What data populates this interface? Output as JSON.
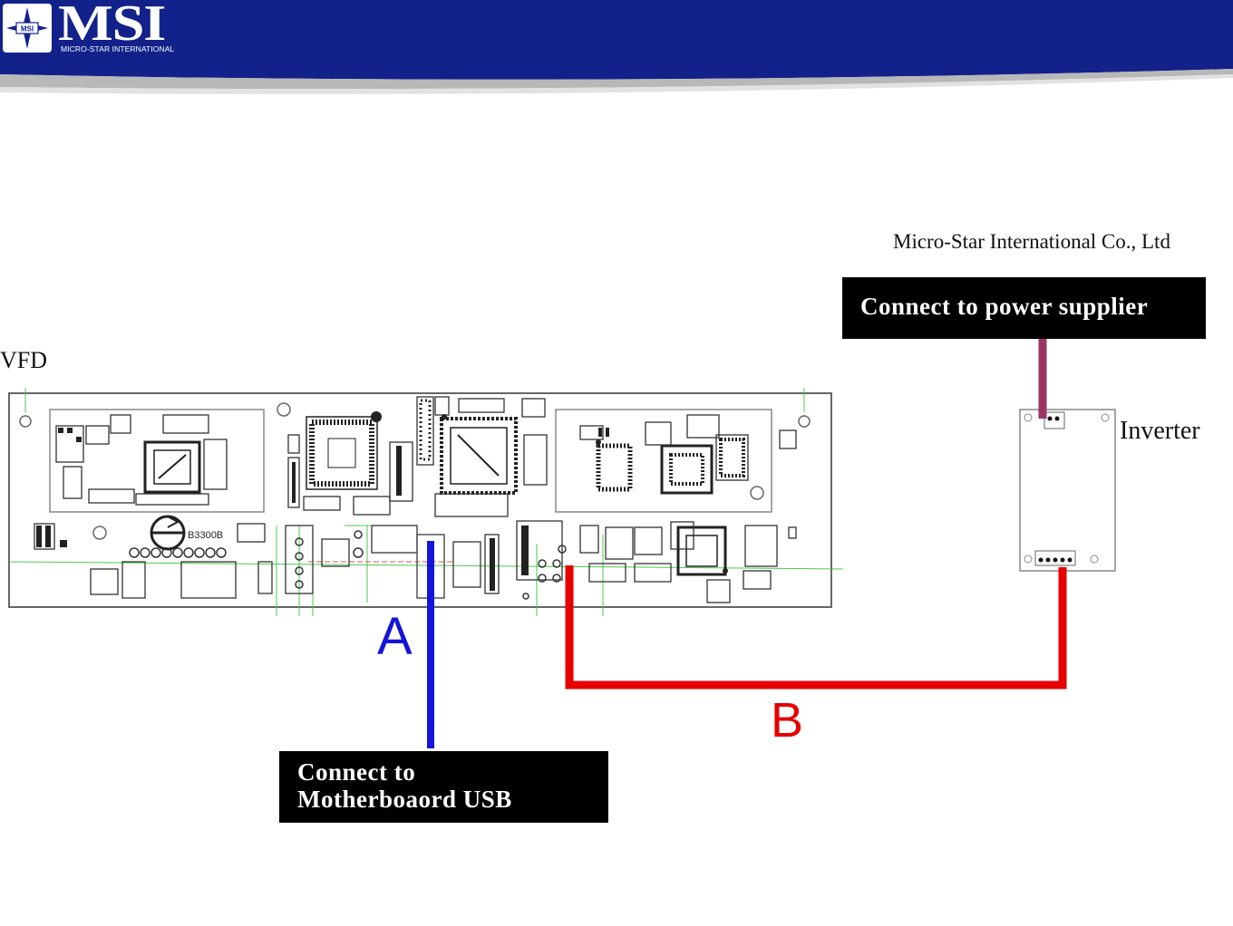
{
  "header": {
    "logo_text": "MSI",
    "logo_subtext": "MICRO-STAR INTERNATIONAL",
    "logo_badge": "MSI",
    "bar_color": "#13228a"
  },
  "diagram": {
    "company": "Micro-Star International Co., Ltd",
    "board_label": "VFD",
    "inverter_label": "Inverter",
    "chip_label": "B3300B",
    "power_box": "Connect to power supplier",
    "usb_box_line1": "Connect to",
    "usb_box_line2": "Motherboaord USB",
    "cable_a_label": "A",
    "cable_b_label": "B",
    "cable_a_color": "#1414d8",
    "cable_b_color": "#e60000",
    "power_cable_color": "#9b3566"
  }
}
